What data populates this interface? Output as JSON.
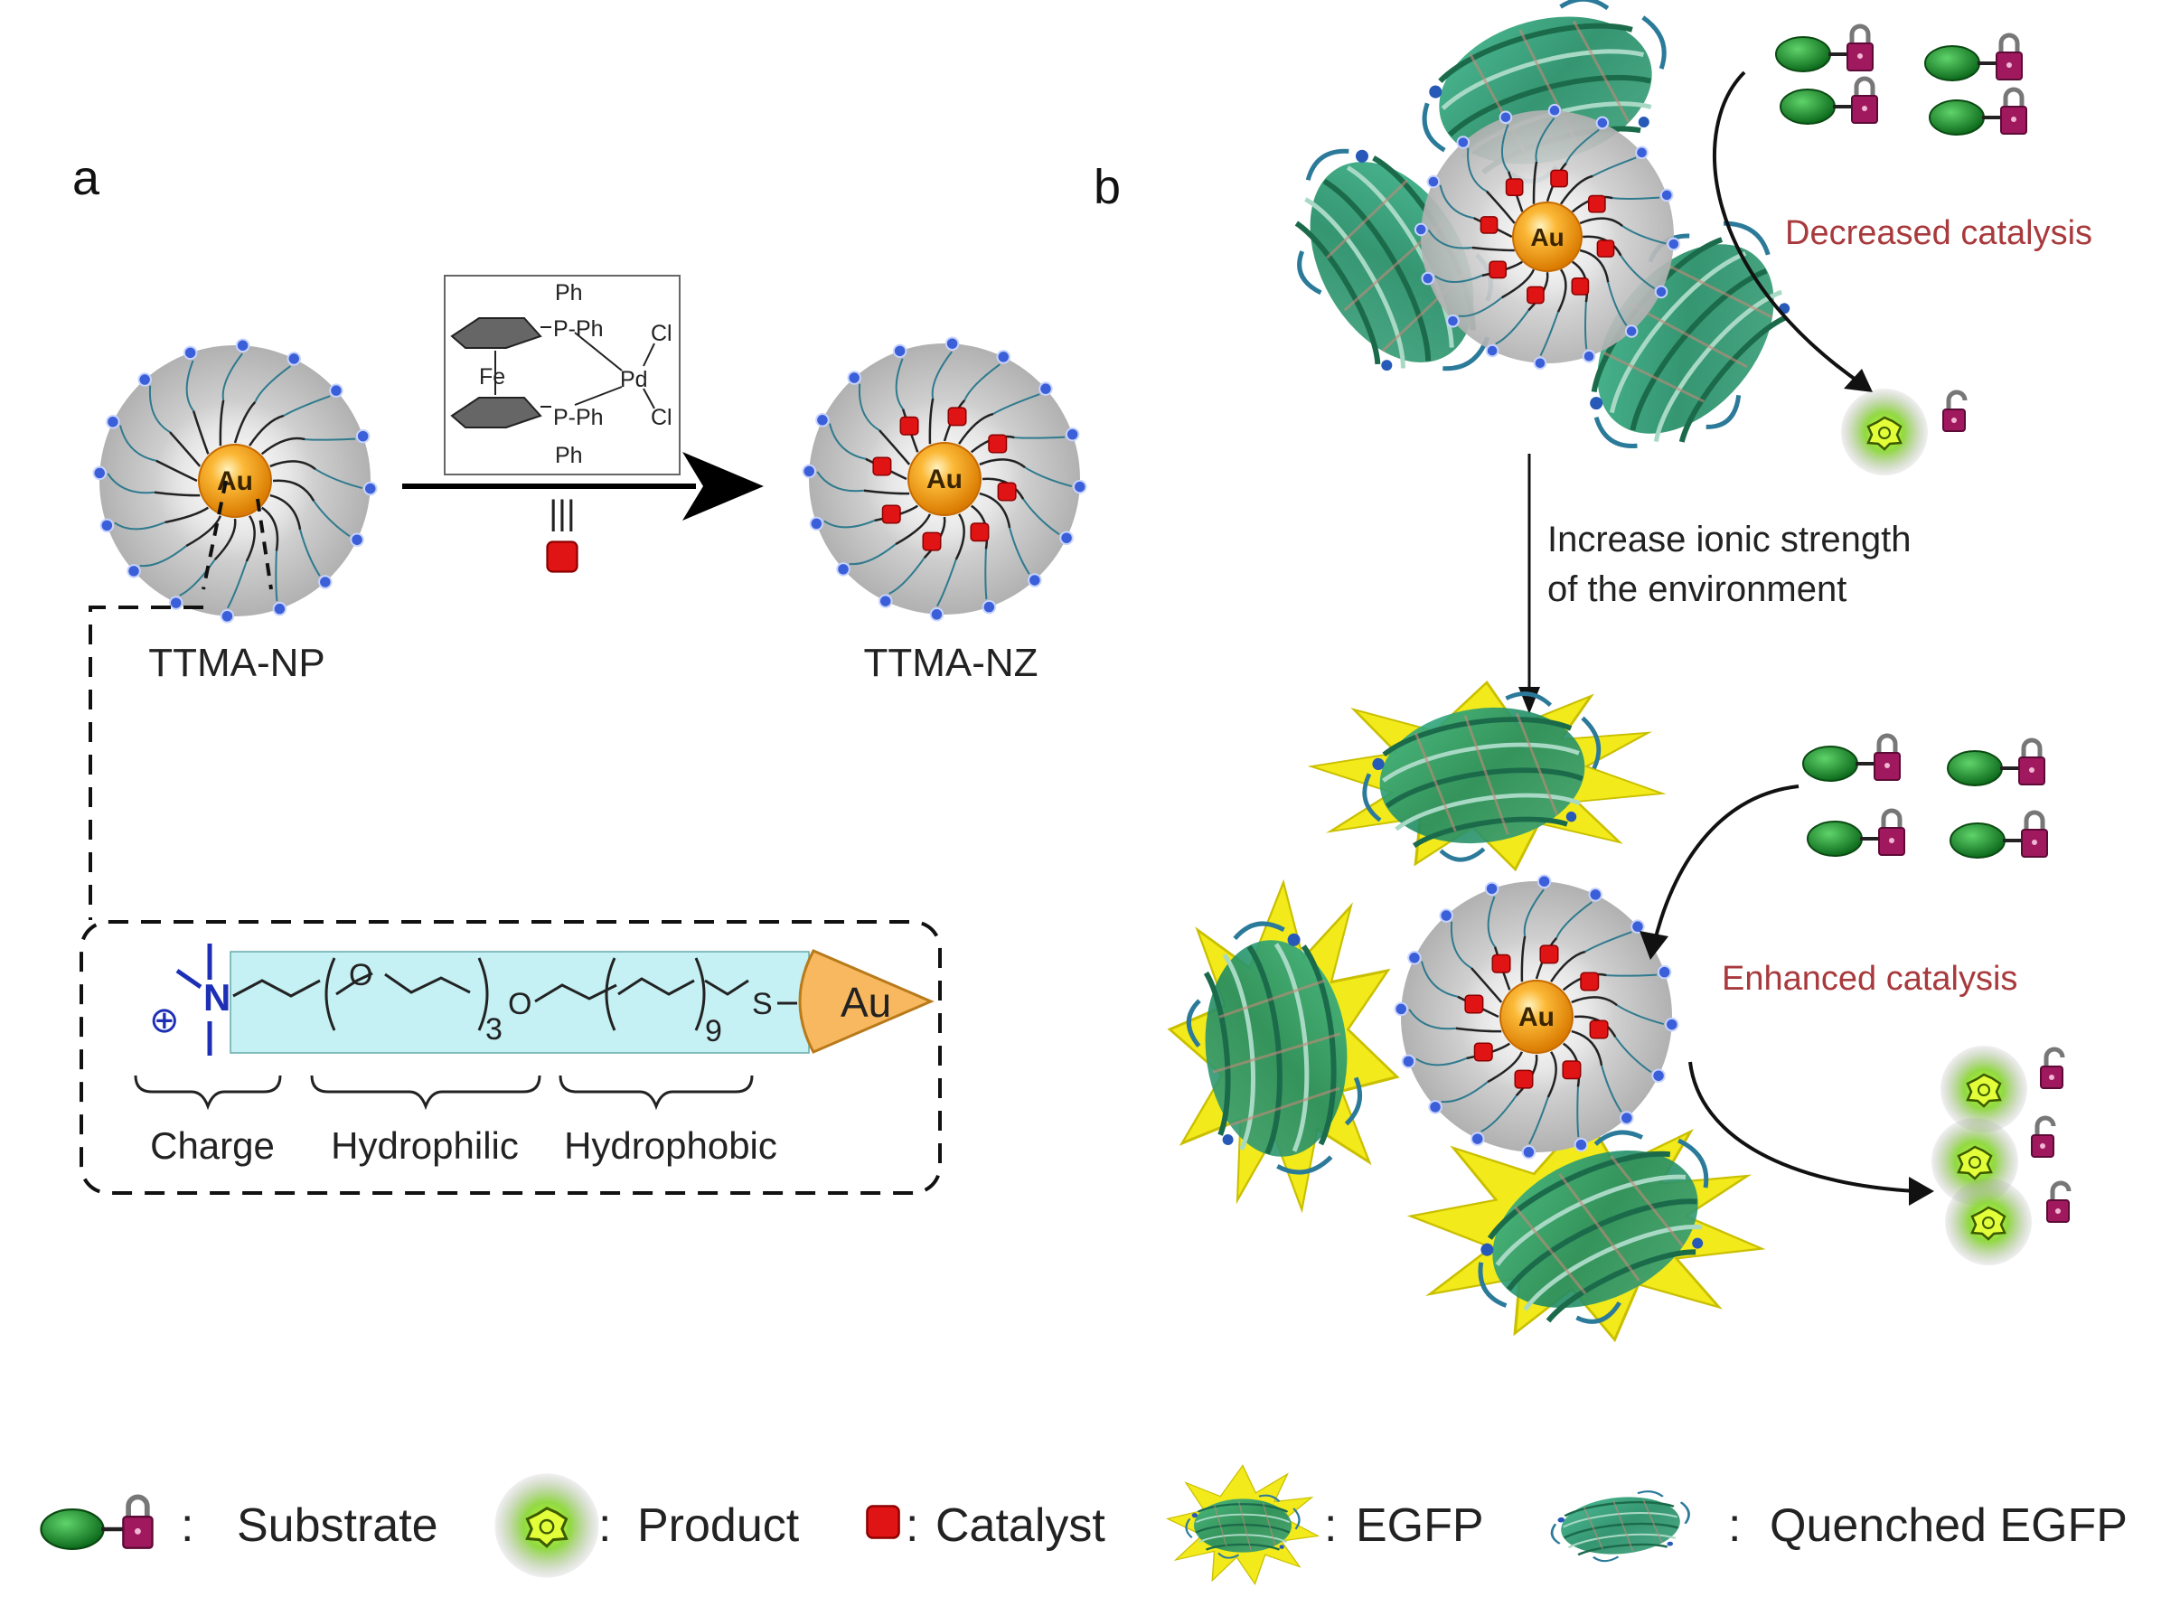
{
  "panels": {
    "a": "a",
    "b": "b"
  },
  "panel_a": {
    "np_label": "TTMA-NP",
    "nz_label": "TTMA-NZ",
    "core_label": "Au",
    "equiv_symbol": "|||",
    "catalyst_complex": {
      "ph": "Ph",
      "p_ph": "P-Ph",
      "fe": "Fe",
      "pd": "Pd",
      "cl": "Cl"
    },
    "ligand": {
      "oxygen": "O",
      "repeat_3": "3",
      "repeat_9": "9",
      "sulfur": "S",
      "nitrogen": "N",
      "charge": "⊕",
      "gold": "Au",
      "segments": [
        "Charge",
        "Hydrophilic",
        "Hydrophobic"
      ]
    }
  },
  "panel_b": {
    "decreased": "Decreased catalysis",
    "ionic_line1": "Increase ionic strength",
    "ionic_line2": "of the environment",
    "enhanced": "Enhanced catalysis",
    "core_label": "Au"
  },
  "legend": {
    "substrate": "Substrate",
    "product": "Product",
    "catalyst": "Catalyst",
    "egfp": "EGFP",
    "quenched": "Quenched EGFP",
    "colon": ":"
  },
  "colors": {
    "gold_core": "#f5a623",
    "shell_grey": "#b8b8b8",
    "catalyst_red": "#e01414",
    "ligand_box": "#c5f0f4",
    "egfp_yellow": "#f0ea1e",
    "protein_green": "#2e9a6e",
    "substrate_green": "#1f8a2a",
    "lock_magenta": "#a0195f",
    "label_red": "#a8393c",
    "surface_dot": "#3a5fd9"
  }
}
